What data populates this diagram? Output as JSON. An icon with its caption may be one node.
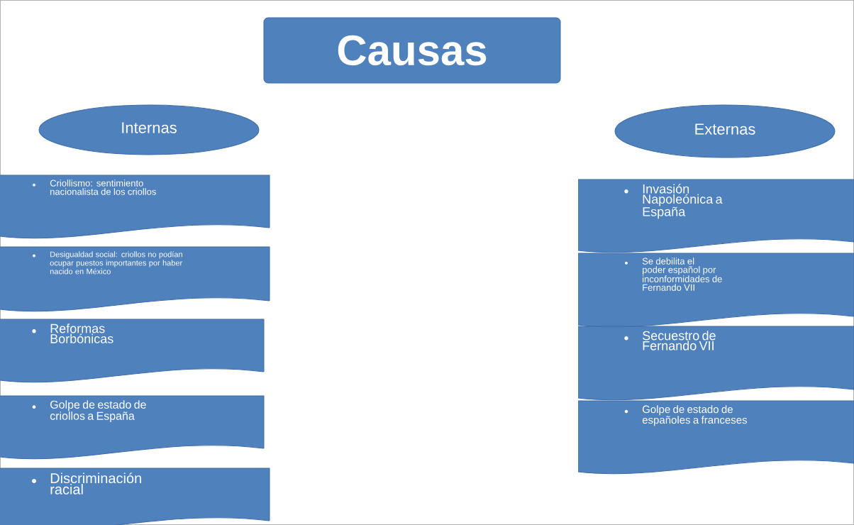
{
  "diagram": {
    "nodes": [
      {
        "text": [
          "Causas"
        ]
      },
      {
        "text": [
          "Internas"
        ]
      },
      {
        "text": [
          "Externas"
        ]
      },
      {
        "text": [
          "Criollismo: sentimiento nacionalista de los criollos"
        ]
      },
      {
        "text": [
          "Desigualdad social: criollos no podían ocupar puestos importantes por haber nacido en México"
        ]
      },
      {
        "text": [
          "Reformas Borbónicas"
        ]
      },
      {
        "text": [
          "Golpe de estado de criollos a España"
        ]
      },
      {
        "text": [
          "Discriminación racial"
        ]
      },
      {
        "text": [
          "Invasión Napoleónica a España"
        ]
      },
      {
        "text": [
          "Se debilita el poder español por inconformidades de Fernando VII"
        ]
      },
      {
        "text": [
          "Secuestro de Fernando VII"
        ]
      },
      {
        "text": [
          "Golpe de estado de españoles a franceses"
        ]
      }
    ],
    "edges": []
  }
}
